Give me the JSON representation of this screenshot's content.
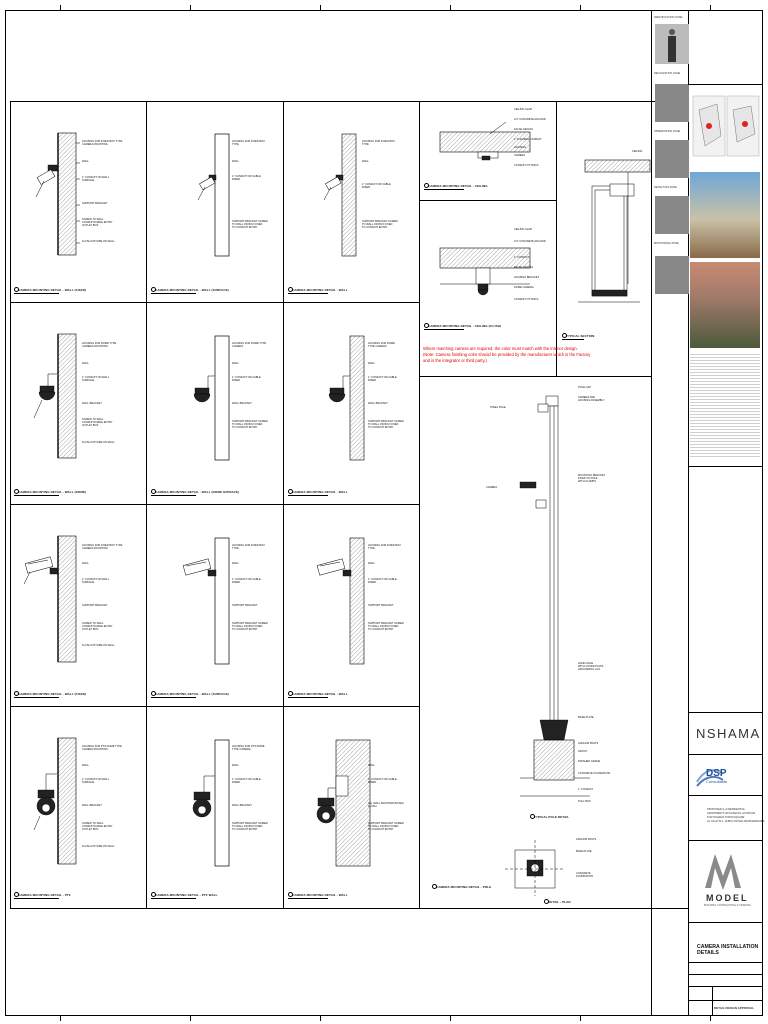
{
  "sheet": {
    "red_note": [
      "Where matching camera are required, the color must match with the interior design.",
      "(Note: Camera finishing color should be provided by the manufacturer which is the Factory",
      "and is the integrator or third party.)"
    ],
    "panel_notes": {
      "wall_pipe": [
        "HOUSING FOR FIXED BOX TYPE",
        "CAMERA MOUNTING",
        "WALL",
        "1\" CONDUIT ON WALL",
        "SURFACE",
        "SUPPORT BRACKET",
        "SCREW TO WALL",
        "CONDUIT/CABLE ENTRY"
      ],
      "ceiling": [
        "CEILING SLAB",
        "1/4\" CONCRETE ANCHOR",
        "HOUSING",
        "CAMERA"
      ]
    },
    "captions": [
      "CAMERA MOUNTING DETAIL - WALL (FIXED)",
      "CAMERA MOUNTING DETAIL - WALL (SURFACE)",
      "CAMERA MOUNTING DETAIL - WALL",
      "CAMERA MOUNTING DETAIL - CEILING",
      "CAMERA MOUNTING DETAIL - CEILING (FLUSH)",
      "TYPICAL SECTION",
      "CAMERA MOUNTING DETAIL - WALL (DOME)",
      "CAMERA MOUNTING DETAIL - WALL (DOME SURFACE)",
      "CAMERA MOUNTING DETAIL - POLE",
      "CAMERA MOUNTING DETAIL - PTZ",
      "CAMERA MOUNTING DETAIL - PTZ WALL",
      "DETAIL - PLAN",
      "TYPICAL POLE DETAIL"
    ],
    "title_block": {
      "identification_label": "IDENTIFICATION ZONE",
      "recognition_label": "RECOGNITION ZONE",
      "observation_label": "OBSERVATION ZONE",
      "detection_label": "DETECTION ZONE",
      "monitoring_label": "MONITORING ZONE",
      "client_label": "NSHAMA",
      "consultant_label": "DSP",
      "consultant_sub": "Consultants",
      "contractor_label": "MODEL",
      "contractor_sub": "BUILDING CONTRACTING & TRADING",
      "drawing_title": "CAMERA INSTALLATION DETAILS",
      "status": "DETAIL DESIGN APPROVAL",
      "project_lines": [
        "PROPOSED G+9 RESIDENTIAL",
        "APARTMENTS WITH RETAIL & PODIUM",
        "FOR NSHAMA TOWN SQUARE",
        "AL YALAYIS 1, DUBAI UNITED ARAB EMIRATES"
      ]
    }
  }
}
